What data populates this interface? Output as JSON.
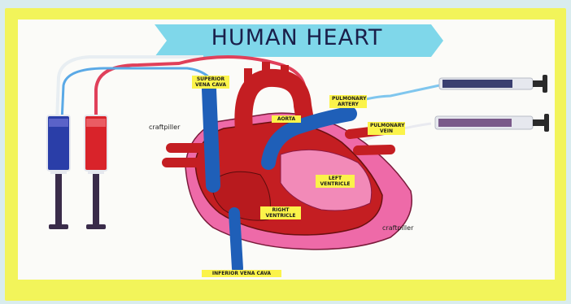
{
  "poster": {
    "title": "HUMAN HEART",
    "labels": {
      "superior_vena_cava": "SUPERIOR VENA CAVA",
      "aorta": "AORTA",
      "pulmonary_artery": "PULMONARY ARTERY",
      "pulmonary_vein": "PULMONARY VEIN",
      "left_ventricle": "LEFT VENTRICLE",
      "right_ventricle": "RIGHT VENTRICLE",
      "inferior_vena_cava": "INFERIOR VENA CAVA"
    },
    "watermarks": [
      "craftpiller",
      "craftpiller"
    ]
  },
  "colors": {
    "frame": "#f2f45a",
    "banner": "#7fd7ea",
    "deoxygenated_blue": "#1f5fb8",
    "oxygenated_red": "#d9232a",
    "heart_pink": "#ee6aa8",
    "label_yellow": "#fbf34a"
  }
}
